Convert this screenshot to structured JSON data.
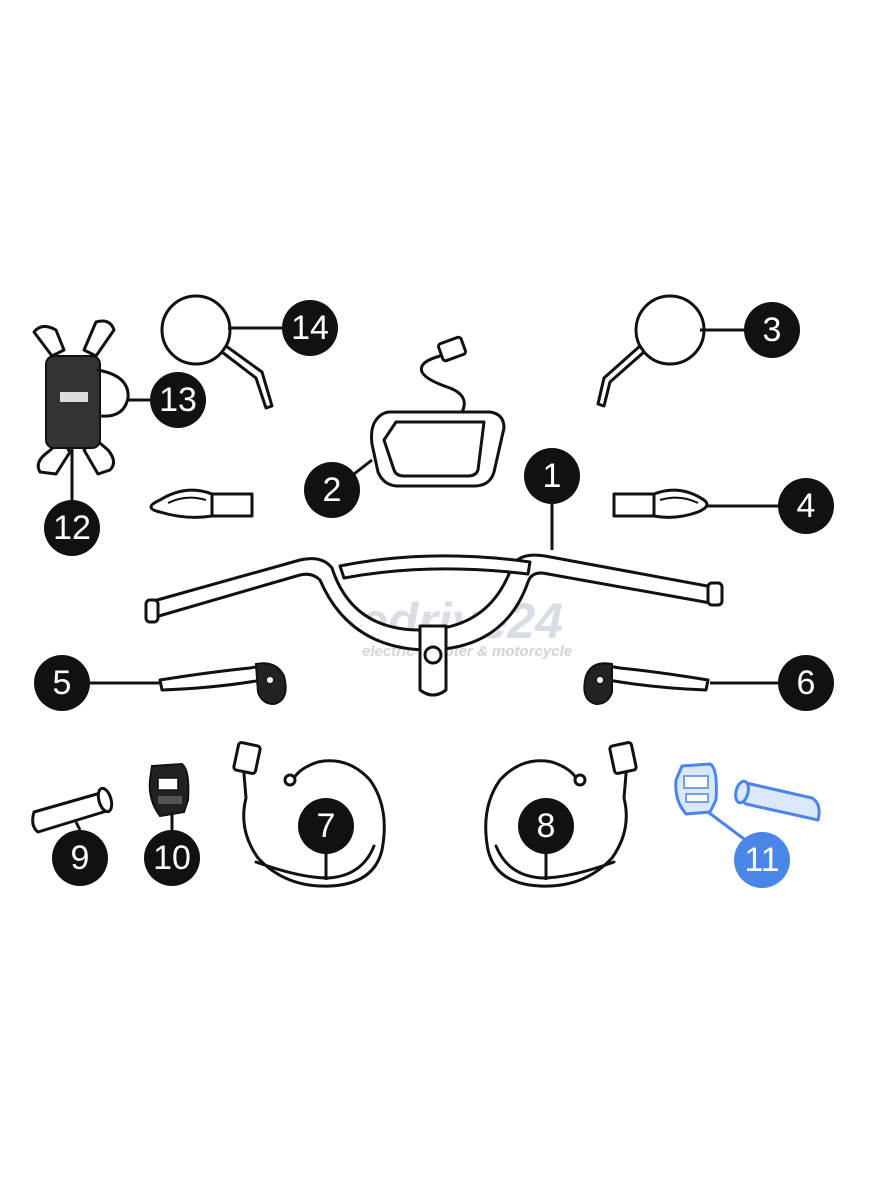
{
  "diagram": {
    "watermark": {
      "brand": "edrive24",
      "tagline": "electric scooter & motorcycle"
    },
    "callouts": [
      {
        "id": "1",
        "label": "1"
      },
      {
        "id": "2",
        "label": "2"
      },
      {
        "id": "3",
        "label": "3"
      },
      {
        "id": "4",
        "label": "4"
      },
      {
        "id": "5",
        "label": "5"
      },
      {
        "id": "6",
        "label": "6"
      },
      {
        "id": "7",
        "label": "7"
      },
      {
        "id": "8",
        "label": "8"
      },
      {
        "id": "9",
        "label": "9"
      },
      {
        "id": "10",
        "label": "10"
      },
      {
        "id": "11",
        "label": "11",
        "highlighted": true
      },
      {
        "id": "12",
        "label": "12"
      },
      {
        "id": "13",
        "label": "13"
      },
      {
        "id": "14",
        "label": "14"
      }
    ],
    "colors": {
      "callout": "#111111",
      "highlight": "#4a86e8",
      "outline": "#111111"
    }
  }
}
